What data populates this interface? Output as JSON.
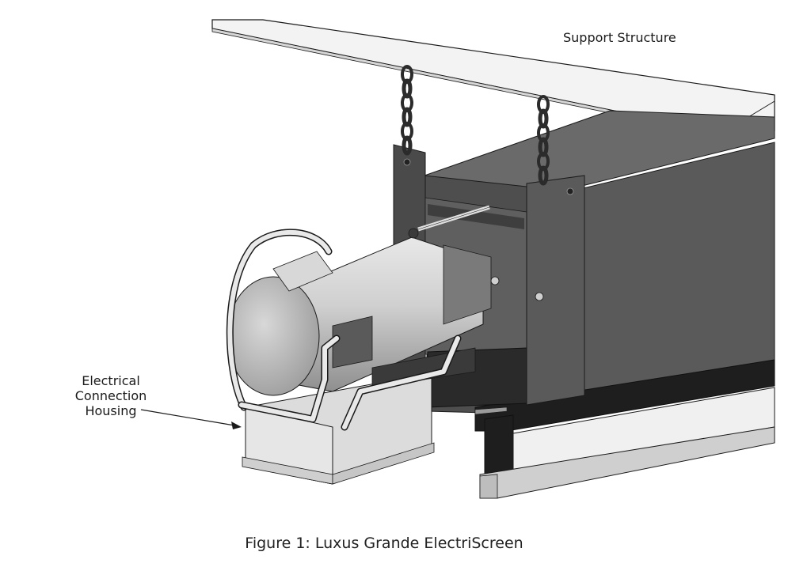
{
  "labels": {
    "support_structure": "Support Structure",
    "electrical_housing": [
      "Electrical",
      "Connection",
      "Housing"
    ]
  },
  "caption": "Figure 1: Luxus Grande ElectriScreen",
  "colors": {
    "support_face": "#f2f2f2",
    "support_edge": "#d0d0d0",
    "case_front": "#5a5a5a",
    "case_top": "#6e6e6e",
    "bracket": "#4a4a4a",
    "motor_body": "#c8c8c8",
    "housing": "#dcdcdc",
    "chain": "#2b2b2b",
    "outline": "#1a1a1a"
  },
  "icons": [
    "chain-icon",
    "arrow-pointer"
  ]
}
